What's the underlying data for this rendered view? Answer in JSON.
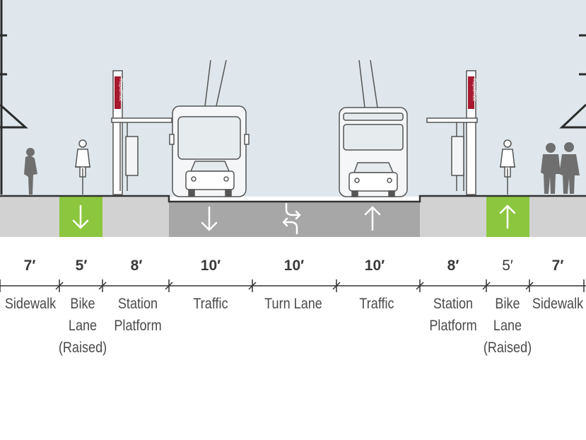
{
  "colors": {
    "sky": "#dfe7ec",
    "road": "#a7a7a7",
    "sidewalk": "#d2d2d2",
    "bike_lane": "#8cc63f",
    "figure": "#8c8c8c",
    "sign": "#a6192e",
    "text": "#444444"
  },
  "icons": {
    "bike_lane_left": "down-arrow-icon",
    "traffic_left": "down-arrow-icon",
    "turn_lane": "turn-arrows-icon",
    "traffic_right": "up-arrow-icon",
    "bike_lane_right": "up-arrow-icon"
  },
  "sign_text": "RapidRide",
  "segments": [
    {
      "width": "7′",
      "label": [
        "Sidewalk"
      ]
    },
    {
      "width": "5′",
      "label": [
        "Bike",
        "Lane",
        "(Raised)"
      ]
    },
    {
      "width": "8′",
      "label": [
        "Station",
        "Platform"
      ]
    },
    {
      "width": "10′",
      "label": [
        "Traffic"
      ]
    },
    {
      "width": "10′",
      "label": [
        "Turn Lane"
      ]
    },
    {
      "width": "10′",
      "label": [
        "Traffic"
      ]
    },
    {
      "width": "8′",
      "label": [
        "Station",
        "Platform"
      ]
    },
    {
      "width": "5′",
      "label": [
        "Bike",
        "Lane",
        "(Raised)"
      ]
    },
    {
      "width": "7′",
      "label": [
        "Sidewalk"
      ]
    }
  ]
}
